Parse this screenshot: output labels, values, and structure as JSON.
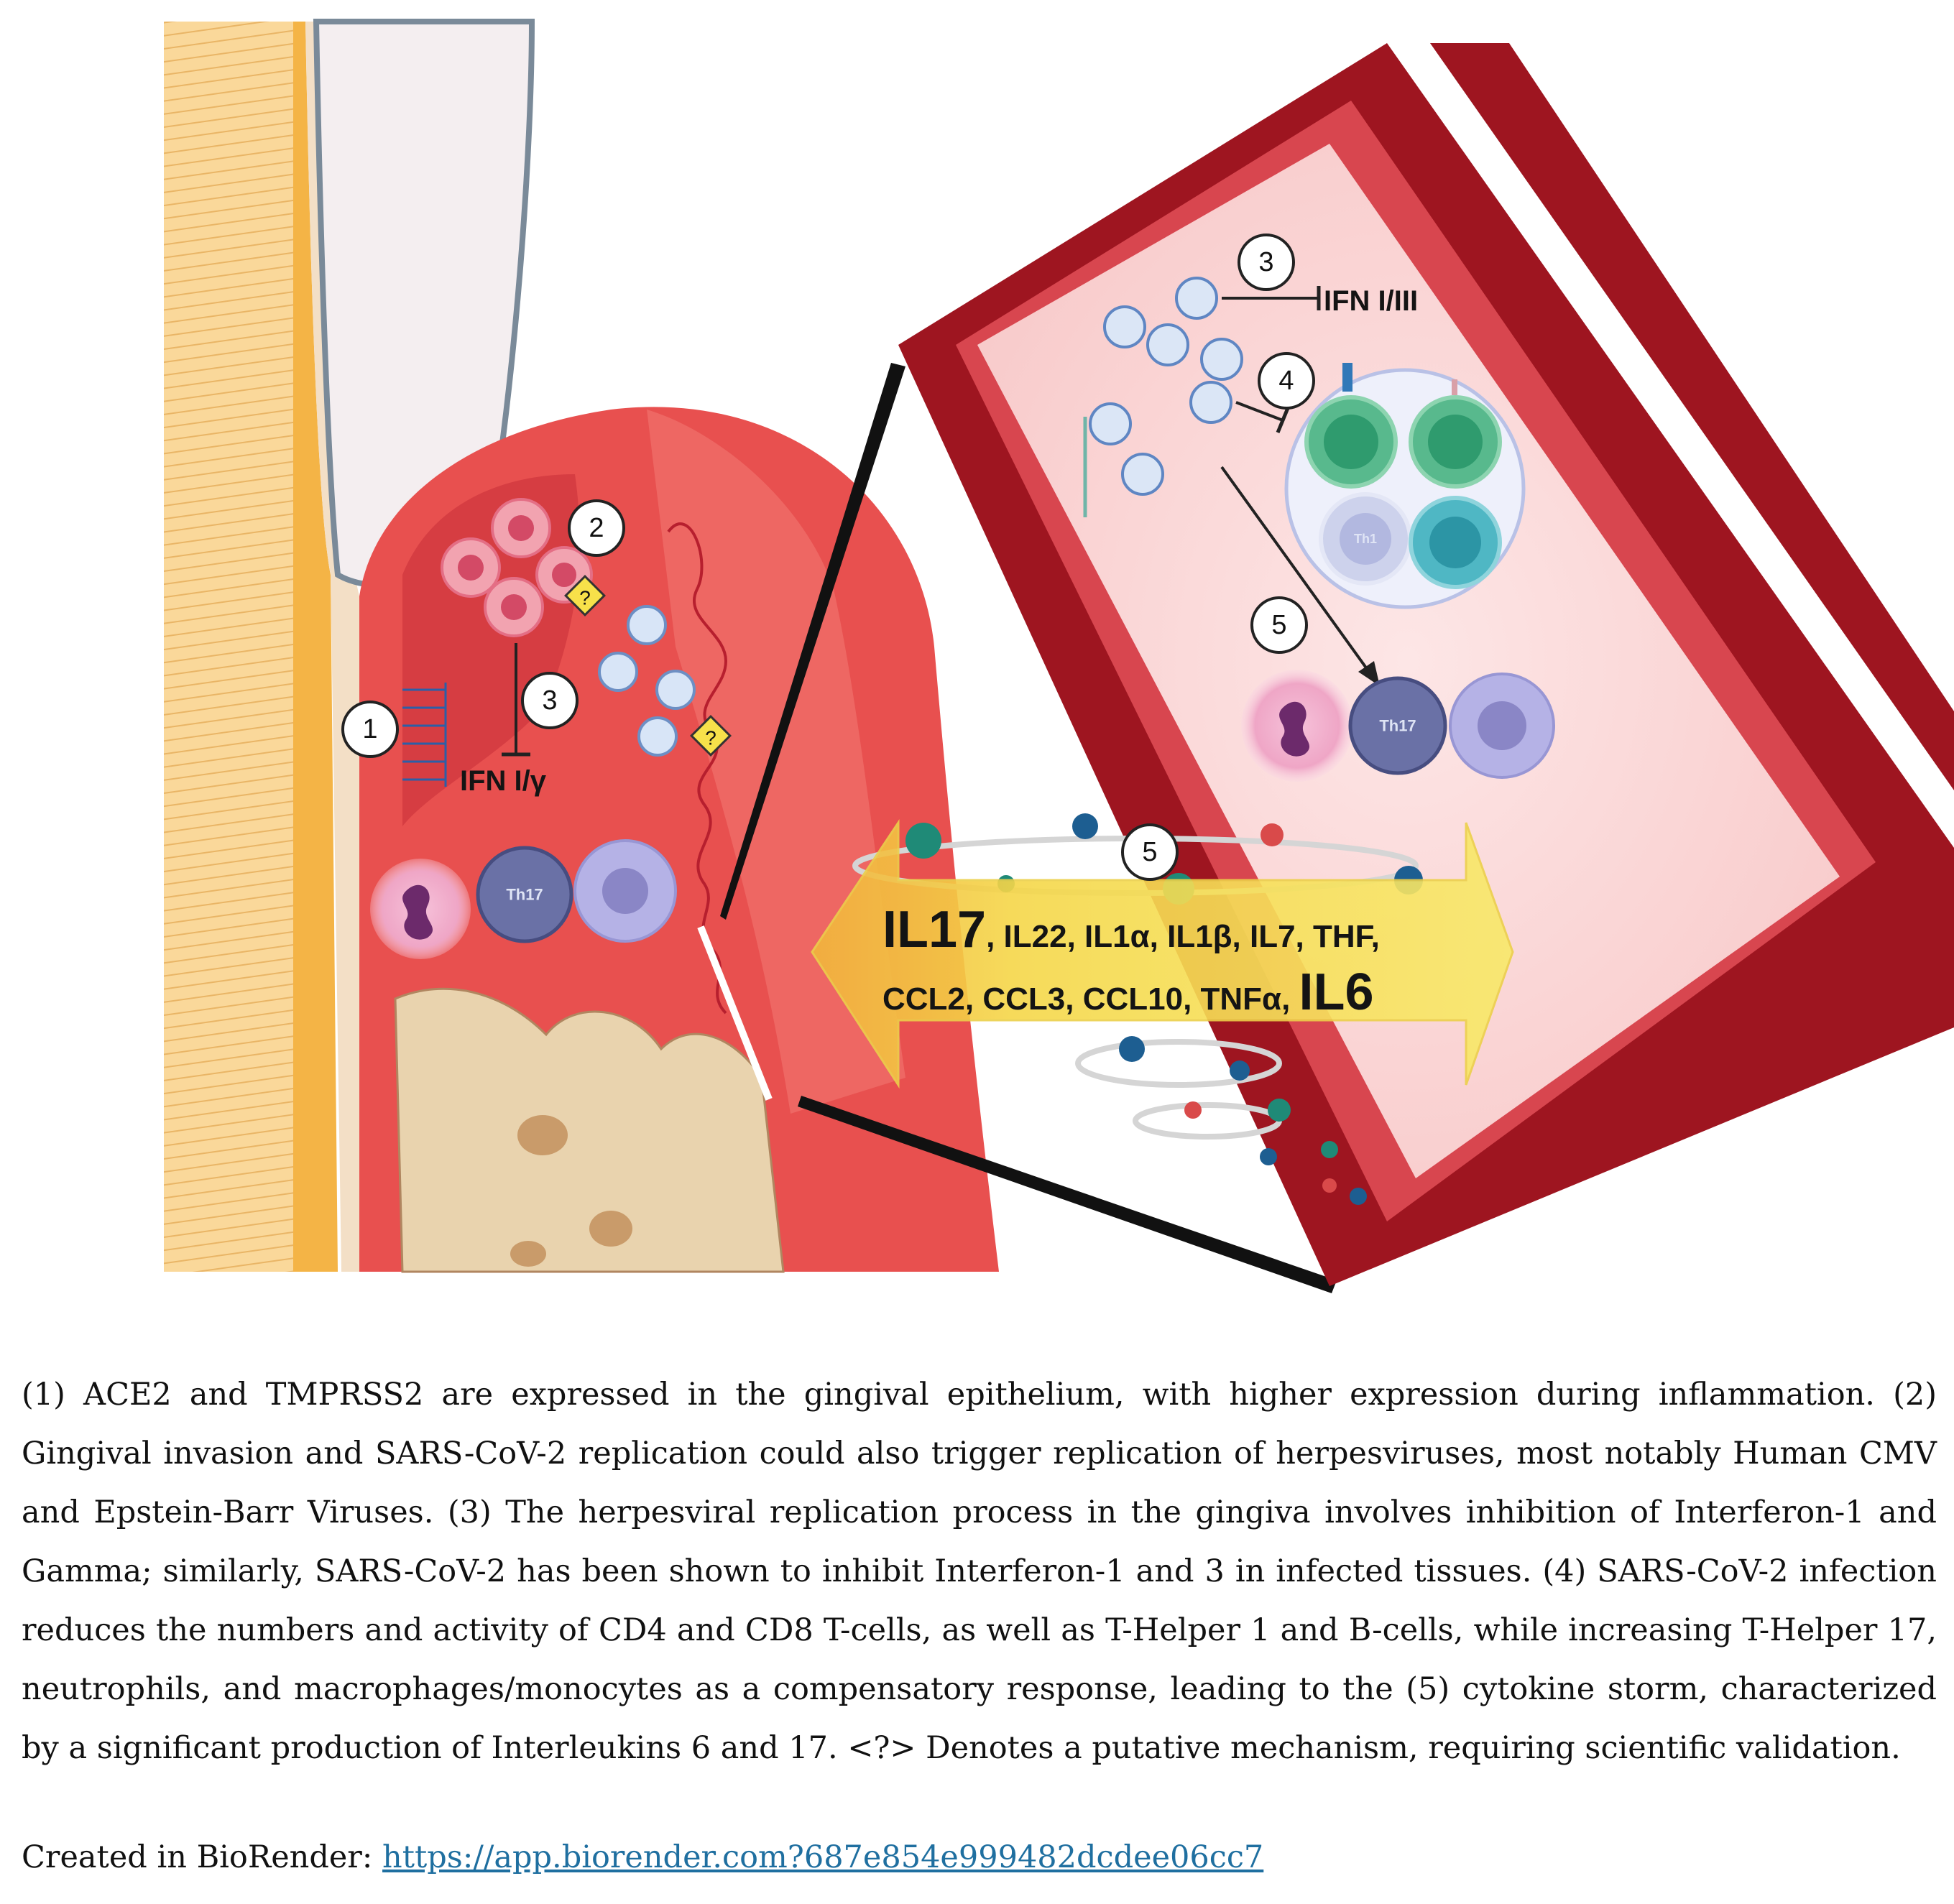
{
  "markers": {
    "m1": "1",
    "m2": "2",
    "m3": "3",
    "m3b": "3",
    "m4": "4",
    "m5": "5",
    "m5b": "5",
    "question": "?"
  },
  "labels": {
    "ifn_gingiva": "IFN I/γ",
    "ifn_vessel": "IFN I/III",
    "th17": "Th17",
    "th1": "Th1",
    "cytokines_big1": "IL17",
    "cytokines_line1": ", IL22, IL1α, IL1β, IL7, THF,",
    "cytokines_line2": "CCL2, CCL3, CCL10, TNFα, ",
    "cytokines_big2": "IL6"
  },
  "colors": {
    "gingiva": "#e8504f",
    "gingiva_light": "#f27a74",
    "vessel_wall": "#9e1520",
    "vessel_lumen": "#fbdada",
    "bone": "#e9d3ae",
    "tooth_enamel": "#f7c879",
    "arrow_yellow": "#f6de4f",
    "link": "#1f6fa0"
  },
  "caption": {
    "text": "(1) ACE2 and TMPRSS2 are expressed in the gingival epithelium, with higher expression during inflammation. (2) Gingival invasion and SARS-CoV-2 replication could also trigger replication of herpesviruses, most notably Human CMV and Epstein-Barr Viruses. (3) The herpesviral replication process in the gingiva involves inhibition of Interferon-1 and Gamma; similarly, SARS-CoV-2 has been shown to inhibit Interferon-1 and 3 in infected tissues. (4) SARS-CoV-2 infection reduces the numbers and activity of CD4 and CD8 T-cells, as well as T-Helper 1 and B-cells, while increasing T-Helper 17, neutrophils, and macrophages/monocytes as a compensatory response, leading to the (5) cytokine storm, characterized by a significant production of Interleukins 6 and 17. <?> Denotes a putative mechanism, requiring scientific validation.",
    "credit_prefix": "Created in BioRender: ",
    "credit_link": "https://app.biorender.com?687e854e999482dcdee06cc7"
  }
}
